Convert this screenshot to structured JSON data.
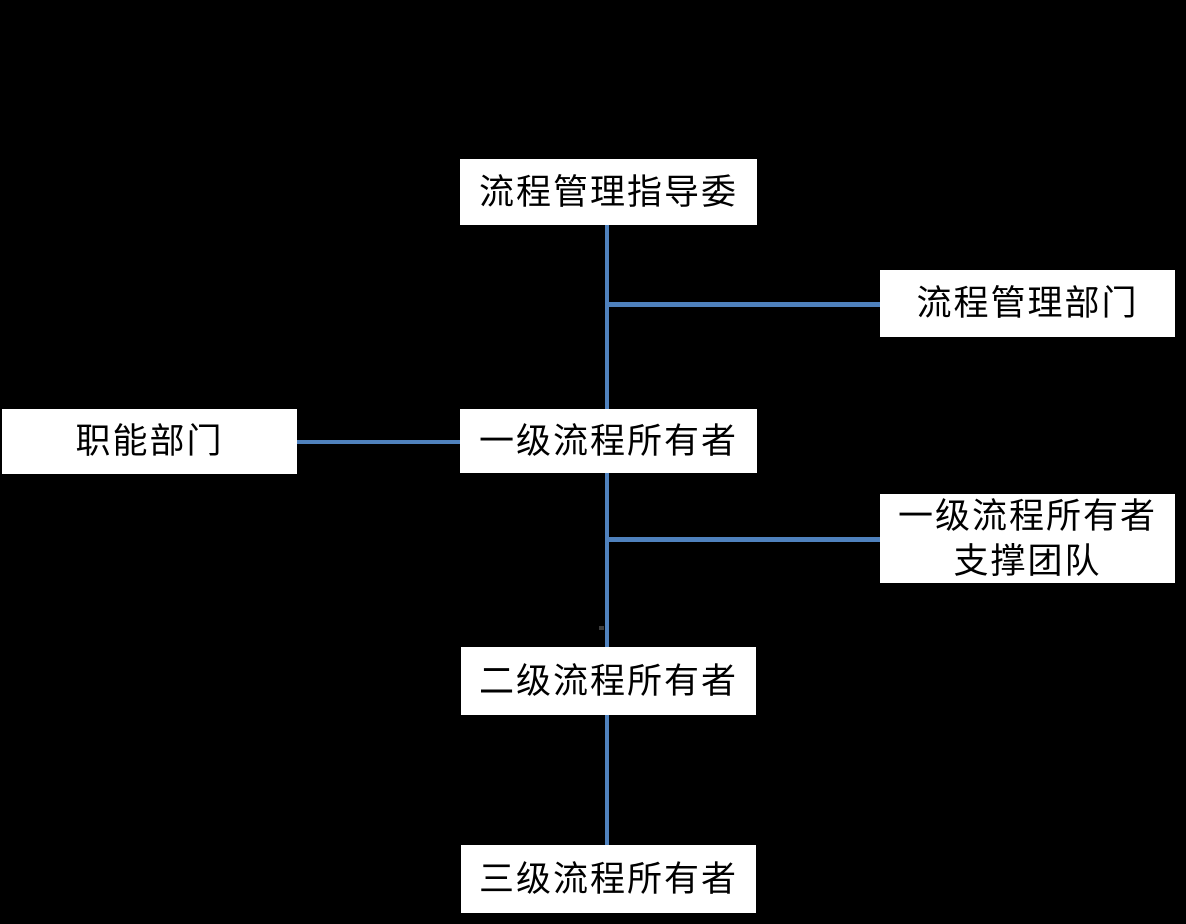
{
  "diagram": {
    "nodes": {
      "steering_committee": {
        "label": "流程管理指导委"
      },
      "process_mgmt_dept": {
        "label": "流程管理部门"
      },
      "functional_dept": {
        "label": "职能部门"
      },
      "level1_owner": {
        "label": "一级流程所有者"
      },
      "level1_support_team": {
        "label_lines": [
          "一级流程所有者",
          "支撑团队"
        ]
      },
      "level2_owner": {
        "label": "二级流程所有者"
      },
      "level3_owner": {
        "label": "三级流程所有者"
      }
    },
    "colors": {
      "background": "#000000",
      "node_background": "#ffffff",
      "node_text": "#000000",
      "connector": "#4f81bd"
    }
  }
}
